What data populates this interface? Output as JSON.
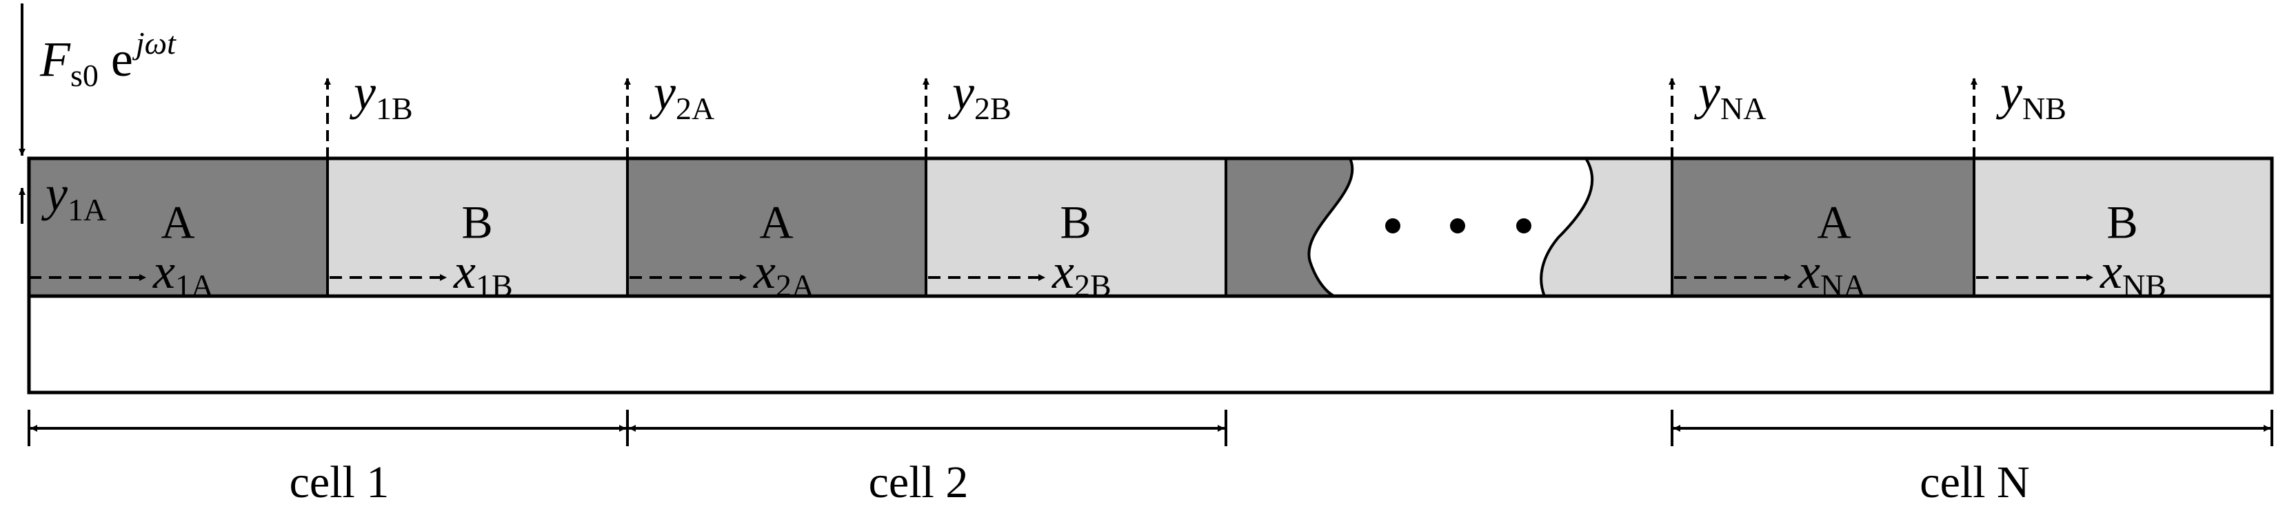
{
  "force": {
    "symbol": "F",
    "subscript": "s0",
    "exp_base": "e",
    "exponent": "jωt"
  },
  "cells": [
    {
      "name": "cell 1",
      "segments": [
        {
          "label": "A",
          "y_sym": "y",
          "y_sub": "1A",
          "x_sym": "x",
          "x_sub": "1A"
        },
        {
          "label": "B",
          "y_sym": "y",
          "y_sub": "1B",
          "x_sym": "x",
          "x_sub": "1B"
        }
      ]
    },
    {
      "name": "cell 2",
      "segments": [
        {
          "label": "A",
          "y_sym": "y",
          "y_sub": "2A",
          "x_sym": "x",
          "x_sub": "2A"
        },
        {
          "label": "B",
          "y_sym": "y",
          "y_sub": "2B",
          "x_sym": "x",
          "x_sub": "2B"
        }
      ]
    },
    {
      "name": "cell N",
      "segments": [
        {
          "label": "A",
          "y_sym": "y",
          "y_sub": "NA",
          "x_sym": "x",
          "x_sub": "NA"
        },
        {
          "label": "B",
          "y_sym": "y",
          "y_sub": "NB",
          "x_sym": "x",
          "x_sub": "NB"
        }
      ]
    }
  ],
  "ellipsis": "• • •",
  "colors": {
    "segment_a": "#808080",
    "segment_b": "#d9d9d9",
    "outline": "#000000",
    "background": "#ffffff"
  }
}
